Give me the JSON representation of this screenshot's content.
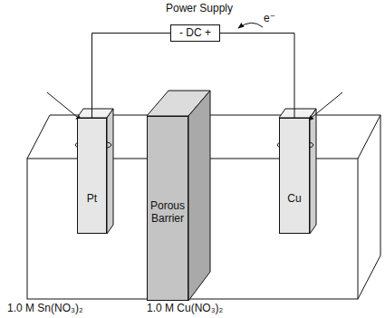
{
  "diagram": {
    "nodes": [
      {
        "text": [
          "- DC +"
        ]
      },
      {
        "text": [
          "Pt"
        ]
      },
      {
        "text": [
          "Porous Barrier"
        ]
      },
      {
        "text": [
          "Cu"
        ]
      }
    ],
    "edges": [
      {
        "from": 0,
        "to": 1,
        "arrow": "none"
      },
      {
        "from": 0,
        "to": 3,
        "arrow": "none"
      }
    ],
    "labels": [
      "Power Supply",
      "e⁻",
      "1.0 M Sn(NO₃)₂",
      "1.0 M Cu(NO₃)₂"
    ]
  }
}
